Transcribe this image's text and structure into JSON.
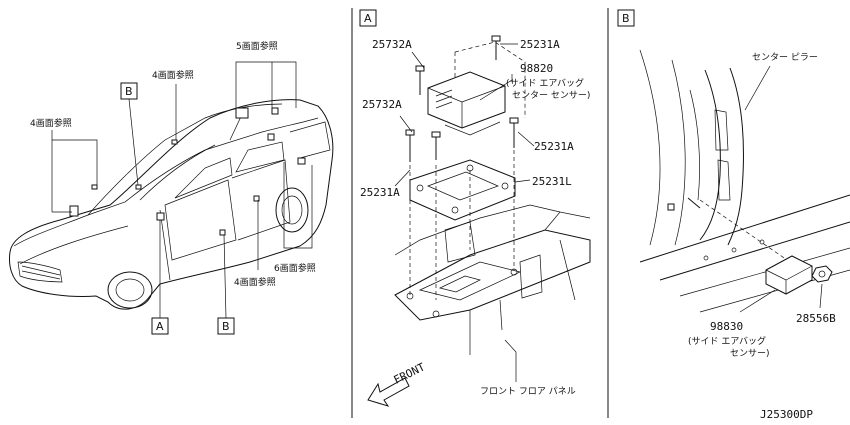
{
  "view_labels": {
    "a": "A",
    "b": "B"
  },
  "left_panel": {
    "ref_4_top": "4画面参照",
    "ref_4_left": "4画面参照",
    "ref_5": "5画面参照",
    "ref_6": "6画面参照",
    "ref_4_bottom": "4画面参照",
    "marker_b_top": "B",
    "marker_a_bottom": "A",
    "marker_b_bottom": "B"
  },
  "panel_a": {
    "part_25732A_top": "25732A",
    "part_25231A_top": "25231A",
    "part_98820": "98820",
    "part_98820_desc_1": "(サイド エアバッグ",
    "part_98820_desc_2": "センター センサー)",
    "part_25732A_mid": "25732A",
    "part_25231A_right": "25231A",
    "part_25231L": "25231L",
    "part_25231A_left": "25231A",
    "front_label": "FRONT",
    "floor_panel": "フロント フロア パネル"
  },
  "panel_b": {
    "center_pillar": "センター ピラー",
    "part_98830": "98830",
    "part_98830_desc_1": "(サイド エアバッグ",
    "part_98830_desc_2": "センサー)",
    "part_28556B": "28556B"
  },
  "footer_code": "J25300DP"
}
